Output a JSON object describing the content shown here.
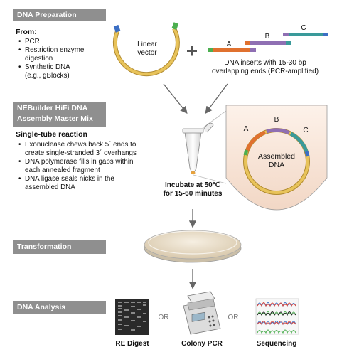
{
  "prep": {
    "title": "DNA Preparation",
    "from_label": "From:",
    "items": [
      "PCR",
      "Restriction enzyme digestion",
      "Synthetic DNA (e.g., gBlocks)"
    ],
    "vector_label": "Linear vector",
    "plus": "+",
    "insert_labels": [
      "A",
      "B",
      "C"
    ],
    "inserts_caption_line1": "DNA inserts with 15-30 bp",
    "inserts_caption_line2": "overlapping ends (PCR-amplified)"
  },
  "assembly": {
    "title_line1": "NEBuilder HiFi DNA",
    "title_line2": "Assembly Master Mix",
    "subhead": "Single-tube reaction",
    "steps": [
      "Exonuclease chews back 5´ ends to create single-stranded 3´ overhangs",
      "DNA polymerase fills in gaps within each annealed fragment",
      "DNA ligase seals nicks in the assembled DNA"
    ],
    "incubate_line1": "Incubate at 50°C",
    "incubate_line2": "for 15-60 minutes",
    "circle_labels": [
      "A",
      "B",
      "C"
    ],
    "assembled_label_line1": "Assembled",
    "assembled_label_line2": "DNA"
  },
  "transformation": {
    "title": "Transformation"
  },
  "analysis": {
    "title": "DNA Analysis",
    "or_label": "OR",
    "methods": [
      "RE Digest",
      "Colony PCR",
      "Sequencing"
    ]
  },
  "colors": {
    "banner": "#8f8f8f",
    "vector": "#e5b94a",
    "insert_a": "#e0712f",
    "insert_b": "#8f6fb3",
    "insert_c": "#3a9a9a",
    "overlap_green": "#4caf50",
    "overlap_blue": "#3c6fc4",
    "tube_pink": "#f4d9c8",
    "plate": "#e8dcc8",
    "arrow": "#666666"
  }
}
